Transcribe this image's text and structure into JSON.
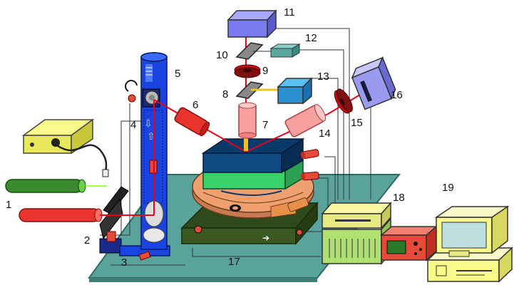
{
  "labels": {
    "l1": "1",
    "l2": "2",
    "l3": "3",
    "l4": "4",
    "l5": "5",
    "l6": "6",
    "l7": "7",
    "l8": "8",
    "l9": "9",
    "l10": "10",
    "l11": "11",
    "l12": "12",
    "l13": "13",
    "l14": "14",
    "l15": "15",
    "l16": "16",
    "l17": "17",
    "l18": "18",
    "l19": "19"
  },
  "colors": {
    "laser_beam": "#e8001c",
    "green_laser": "#3a8a2e",
    "red_laser": "#e8342c",
    "blue_tower": "#1a44e0",
    "base_plate": "#5aa39c",
    "stage_orange": "#f0a070",
    "sample_top": "#0a3a6a",
    "sample_green": "#3ad06a",
    "dark_stage": "#2f4a1a",
    "detector_purple": "#7a7af0",
    "power_supply": "#e8e85a",
    "controller_green": "#b0e070",
    "analyzer_red": "#e84a3a",
    "computer_yellow": "#fafa8a"
  }
}
